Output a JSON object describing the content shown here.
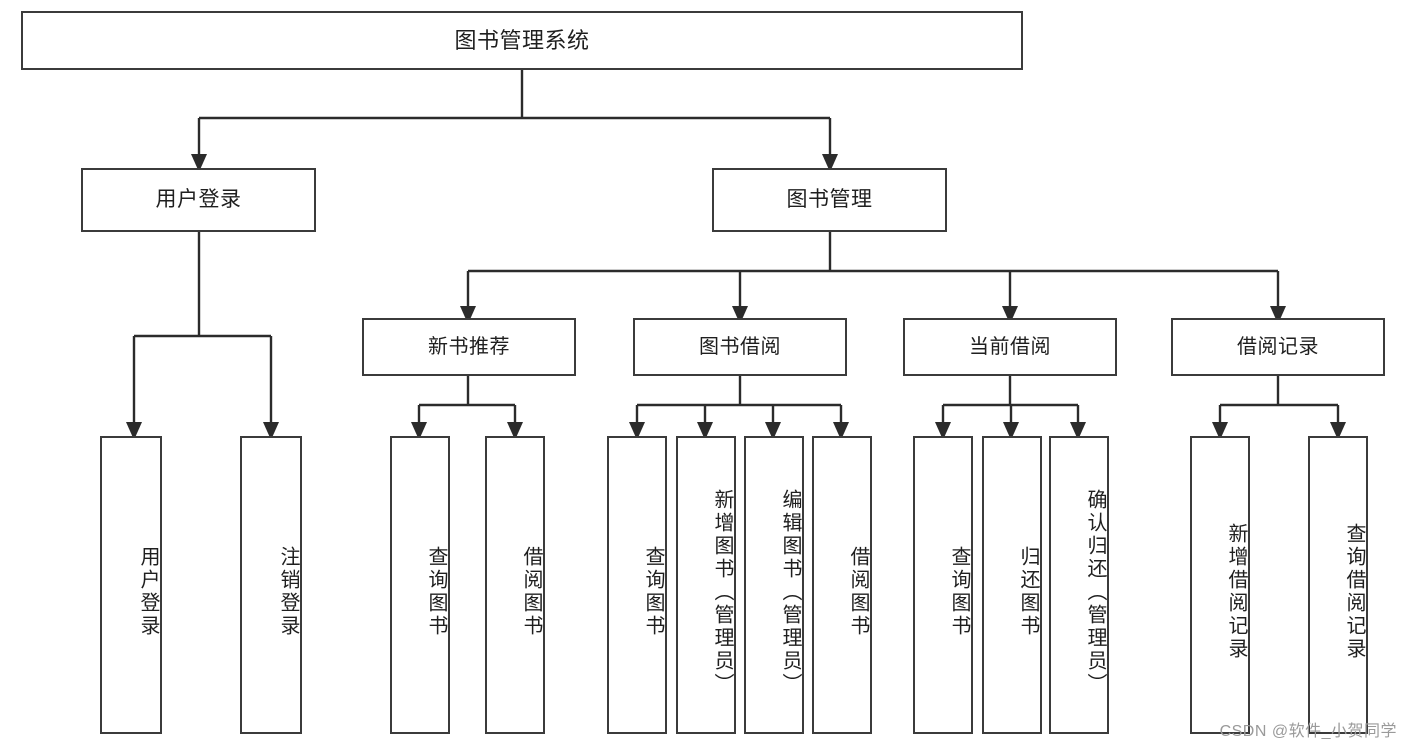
{
  "diagram": {
    "title": "图书管理系统",
    "type": "tree-hierarchy-diagram",
    "colors": {
      "background": "#ffffff",
      "box_border": "#3b3b3b",
      "box_fill": "#ffffff",
      "text": "#1f1f1f",
      "connector": "#2b2b2b",
      "watermark": "#9a9a9a"
    },
    "root": {
      "label": "图书管理系统"
    },
    "level2": [
      {
        "key": "user_login",
        "label": "用户登录"
      },
      {
        "key": "book_manage",
        "label": "图书管理"
      }
    ],
    "level3": [
      {
        "key": "new_book_rec",
        "label": "新书推荐"
      },
      {
        "key": "book_borrow",
        "label": "图书借阅"
      },
      {
        "key": "current_borrow",
        "label": "当前借阅"
      },
      {
        "key": "borrow_record",
        "label": "借阅记录"
      }
    ],
    "leaves": {
      "user_login": [
        {
          "key": "login",
          "label": "用户登录"
        },
        {
          "key": "logout",
          "label": "注销登录"
        }
      ],
      "new_book_rec": [
        {
          "key": "query_book_1",
          "label": "查询图书"
        },
        {
          "key": "borrow_book_1",
          "label": "借阅图书"
        }
      ],
      "book_borrow": [
        {
          "key": "query_book_2",
          "label": "查询图书"
        },
        {
          "key": "add_book",
          "label": "新增图书（管理员）"
        },
        {
          "key": "edit_book",
          "label": "编辑图书（管理员）"
        },
        {
          "key": "borrow_book_2",
          "label": "借阅图书"
        }
      ],
      "current_borrow": [
        {
          "key": "query_book_3",
          "label": "查询图书"
        },
        {
          "key": "return_book",
          "label": "归还图书"
        },
        {
          "key": "confirm_return",
          "label": "确认归还（管理员）"
        }
      ],
      "borrow_record": [
        {
          "key": "add_record",
          "label": "新增借阅记录"
        },
        {
          "key": "query_record",
          "label": "查询借阅记录"
        }
      ]
    },
    "watermark": "CSDN @软件_小贺同学"
  }
}
